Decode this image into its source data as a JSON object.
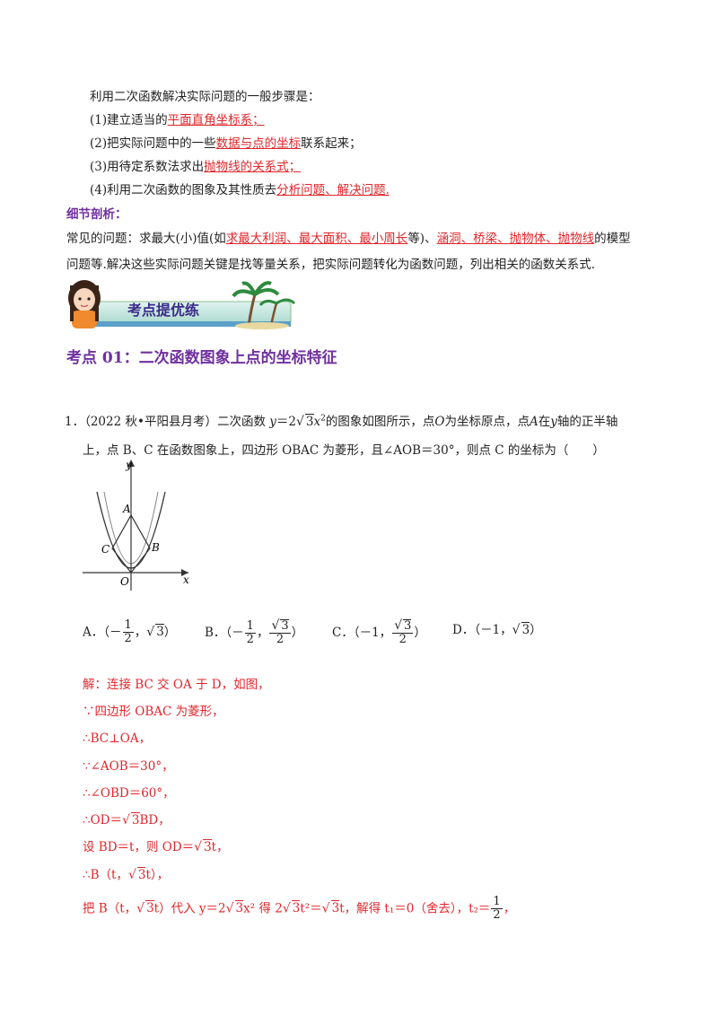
{
  "intro": {
    "heading": "利用二次函数解决实际问题的一般步骤是：",
    "steps": [
      {
        "prefix": "(1)建立适当的",
        "answer": "平面直角坐标系；",
        "suffix": ""
      },
      {
        "prefix": "(2)把实际问题中的一些",
        "answer": "数据与点的坐标",
        "suffix": "联系起来；"
      },
      {
        "prefix": "(3)用待定系数法求出",
        "answer": "抛物线的关系式；",
        "suffix": ""
      },
      {
        "prefix": "(4)利用二次函数的图象及其性质去",
        "answer": "分析问题、解决问题.",
        "suffix": ""
      }
    ]
  },
  "detail": {
    "title": "细节剖析：",
    "line1_a": "常见的问题：求最大(小)值(如",
    "line1_b": "求最大利润、最大面积、最小周长",
    "line1_c": "等)、",
    "line1_d": "涵洞、桥梁、抛物体、抛物线",
    "line1_e": "的模型",
    "line2": "问题等.解决这些实际问题关键是找等量关系，把实际问题转化为函数问题，列出相关的函数关系式."
  },
  "banner": {
    "label": "考点提优练"
  },
  "section": {
    "title": "考点 01：二次函数图象上点的坐标特征"
  },
  "question": {
    "number": "1．",
    "source": "（2022 秋•平阳县月考）二次函数",
    "line1_tail": "的图象如图所示，点",
    "line1_tail2": "为坐标原点，点",
    "line1_tail3": "在",
    "line1_tail4": "轴的正半轴",
    "line2": "上，点 B、C 在函数图象上，四边形 OBAC 为菱形，且∠AOB＝30°，则点 C 的坐标为（　　）",
    "graph_labels": {
      "y": "y",
      "x": "x",
      "O": "O",
      "A": "A",
      "B": "B",
      "C": "C"
    },
    "options": {
      "A": "A．",
      "B": "B．",
      "C": "C．",
      "D": "D．"
    }
  },
  "solution": {
    "l1": "解：连接 BC 交 OA 于 D，如图，",
    "l2": "∵四边形 OBAC 为菱形，",
    "l3": "∴BC⊥OA，",
    "l4": "∵∠AOB＝30°，",
    "l5": "∴∠OBD＝60°，",
    "l6": "∴OD＝",
    "l6b": "BD，",
    "l7a": "设 BD＝t，则 OD＝",
    "l7b": "t，",
    "l8a": "∴B（t，",
    "l8b": "t），",
    "l9a": "把 B（t，",
    "l9b": "t）代入 y＝2",
    "l9c": "x² 得 2",
    "l9d": "t²＝",
    "l9e": "t，解得 t₁＝0（舍去），t₂＝",
    "l9f": "，"
  },
  "colors": {
    "accent_red": "#e0262a",
    "section_purple": "#7030a0",
    "banner_green": "#3c8c3c"
  }
}
